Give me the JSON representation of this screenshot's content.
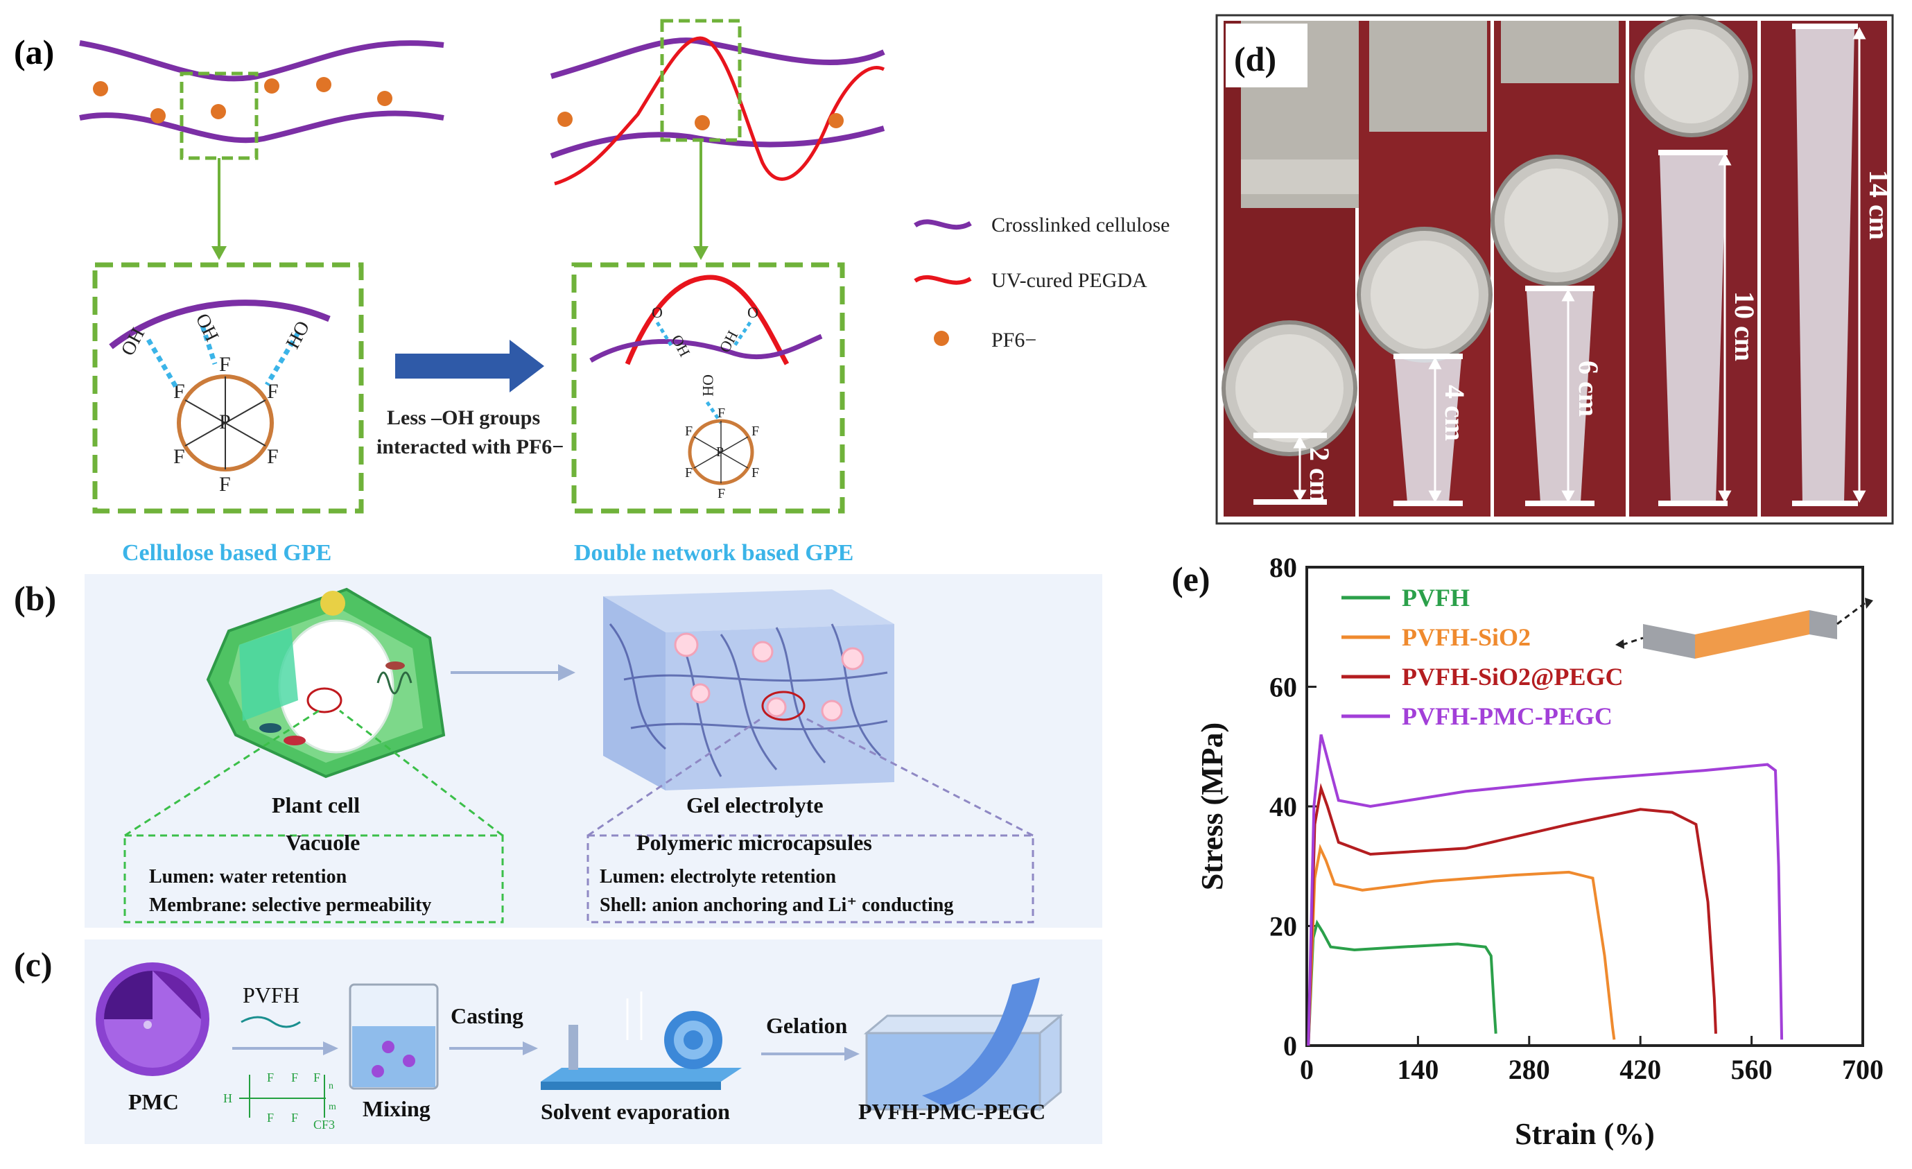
{
  "panels": {
    "a": {
      "label": "(a)",
      "legend": [
        {
          "name": "Crosslinked cellulose",
          "color": "#7b2fa5"
        },
        {
          "name": "UV-cured PEGDA",
          "color": "#e8141c"
        },
        {
          "name": "PF6−",
          "color": "#e0751f"
        }
      ],
      "left_caption": "Cellulose based GPE",
      "right_caption": "Double network based GPE",
      "arrow_text_1": "Less –OH groups",
      "arrow_text_2": "interacted with PF6−",
      "atoms": {
        "P": "P",
        "F": "F",
        "OH": "OH",
        "HO": "HO",
        "O": "O"
      }
    },
    "b": {
      "label": "(b)",
      "left_title": "Plant cell",
      "left_box_title": "Vacuole",
      "left_line1": "Lumen: water retention",
      "left_line2": "Membrane: selective permeability",
      "right_title": "Gel electrolyte",
      "right_box_title": "Polymeric microcapsules",
      "right_line1": "Lumen: electrolyte retention",
      "right_line2": "Shell: anion anchoring and Li⁺ conducting"
    },
    "c": {
      "label": "(c)",
      "pmc": "PMC",
      "pvfh": "PVFH",
      "mixing": "Mixing",
      "casting": "Casting",
      "solvent": "Solvent evaporation",
      "gelation": "Gelation",
      "product": "PVFH-PMC-PEGC",
      "formula_h": "H",
      "formula_f": "F",
      "formula_cf3": "CF3",
      "formula_m": "m",
      "formula_n": "n"
    },
    "d": {
      "label": "(d)",
      "lengths": [
        "2 cm",
        "4 cm",
        "6 cm",
        "10 cm",
        "14 cm"
      ]
    },
    "e": {
      "label": "(e)"
    }
  },
  "chart_data": {
    "type": "line",
    "xlabel": "Strain (%)",
    "ylabel": "Stress (MPa)",
    "xlim": [
      0,
      700
    ],
    "ylim": [
      0,
      80
    ],
    "xticks": [
      0,
      140,
      280,
      420,
      560,
      700
    ],
    "yticks": [
      0,
      20,
      40,
      60,
      80
    ],
    "legend_position": "top-left",
    "series": [
      {
        "name": "PVFH",
        "color": "#2ba04a",
        "points": [
          [
            2,
            0
          ],
          [
            8,
            18
          ],
          [
            13,
            20.5
          ],
          [
            20,
            19
          ],
          [
            30,
            16.5
          ],
          [
            60,
            16
          ],
          [
            120,
            16.5
          ],
          [
            190,
            17
          ],
          [
            225,
            16.5
          ],
          [
            232,
            15
          ],
          [
            236,
            6
          ],
          [
            238,
            2
          ]
        ]
      },
      {
        "name": "PVFH-SiO2",
        "color": "#ef8a2e",
        "points": [
          [
            2,
            0
          ],
          [
            10,
            28
          ],
          [
            17,
            33
          ],
          [
            24,
            31
          ],
          [
            35,
            27
          ],
          [
            70,
            26
          ],
          [
            160,
            27.5
          ],
          [
            260,
            28.5
          ],
          [
            330,
            29
          ],
          [
            360,
            28
          ],
          [
            375,
            15
          ],
          [
            385,
            3
          ],
          [
            387,
            1
          ]
        ]
      },
      {
        "name": "PVFH-SiO2@PEGC",
        "color": "#b41d20",
        "points": [
          [
            2,
            0
          ],
          [
            10,
            37
          ],
          [
            18,
            43
          ],
          [
            26,
            40
          ],
          [
            40,
            34
          ],
          [
            80,
            32
          ],
          [
            200,
            33
          ],
          [
            330,
            37
          ],
          [
            420,
            39.5
          ],
          [
            460,
            39
          ],
          [
            490,
            37
          ],
          [
            505,
            24
          ],
          [
            513,
            8
          ],
          [
            515,
            2
          ]
        ]
      },
      {
        "name": "PVFH-PMC-PEGC",
        "color": "#a23fd8",
        "points": [
          [
            2,
            0
          ],
          [
            9,
            40
          ],
          [
            18,
            52
          ],
          [
            26,
            48
          ],
          [
            40,
            41
          ],
          [
            80,
            40
          ],
          [
            200,
            42.5
          ],
          [
            350,
            44.5
          ],
          [
            500,
            46
          ],
          [
            580,
            47
          ],
          [
            590,
            46
          ],
          [
            594,
            30
          ],
          [
            597,
            8
          ],
          [
            598,
            1
          ]
        ]
      }
    ]
  }
}
